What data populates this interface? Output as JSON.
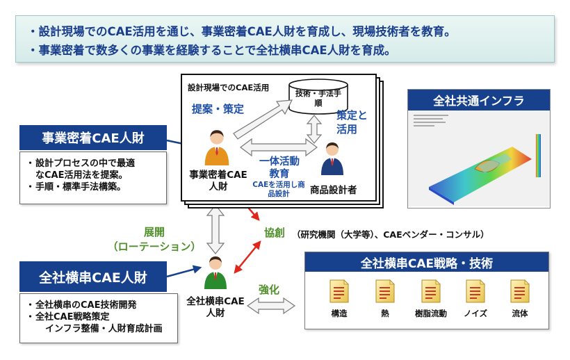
{
  "banner": {
    "line1": "・設計現場でのCAE活用を通じ、事業密着CAE人財を育成し、現場技術者を教育。",
    "line2": "・事業密着で数多くの事業を経験することで全社横串CAE人財を育成。"
  },
  "business_cae": {
    "title": "事業密着CAE人財",
    "items": [
      "設計プロセスの中で最適",
      "なCAE活用法を提案。",
      "手順・標準手法構築。"
    ]
  },
  "corporate_cae": {
    "title": "全社横串CAE人財",
    "items": [
      "全社横串のCAE技術開発",
      "全社CAE戦略策定",
      "インフラ整備・人財育成計画"
    ]
  },
  "design_site": {
    "header": "設計現場でのCAE活用",
    "db_label": "技術・手法手順",
    "propose_label": "提案・策定",
    "formulate_label": "策定と活用",
    "unified_line1": "一体活動",
    "unified_line2": "教育",
    "cae_design": "CAEを活用し商品設計",
    "person_left": "事業密着CAE人財",
    "person_right": "商品設計者"
  },
  "deploy": {
    "line1": "展開",
    "line2": "（ローテーション）"
  },
  "cocreation": {
    "label": "協創",
    "detail": "（研究機関（大学等）、CAEベンダー・コンサル）"
  },
  "person_bottom": "全社横串CAE人財",
  "strengthen": "強化",
  "infra": {
    "title": "全社共通インフラ"
  },
  "strategy": {
    "title": "全社横串CAE戦略・技術",
    "docs": [
      "構造",
      "熱",
      "樹脂流動",
      "ノイズ",
      "流体"
    ]
  },
  "colors": {
    "navy": "#17418d",
    "blue_text": "#1e4fa5",
    "green_text": "#4f8f2a",
    "red_arrow": "#e0271c"
  }
}
